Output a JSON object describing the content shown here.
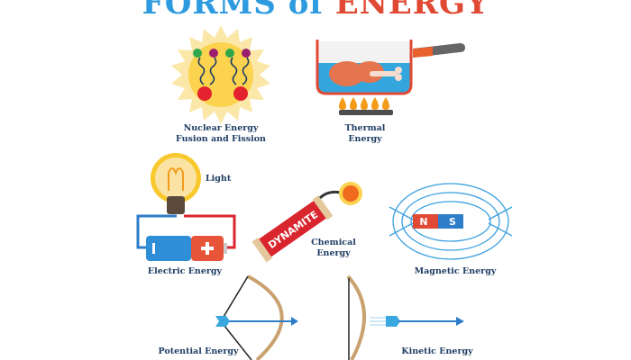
{
  "title": {
    "part1": "FORMS of ",
    "part2": "ENERGY",
    "colors": {
      "part1": "#2e9be0",
      "part2": "#e04a34"
    }
  },
  "items": [
    {
      "id": "nuclear",
      "label_line1": "Nuclear Energy",
      "label_line2": "Fusion and Fission",
      "icon": "sun-with-atoms-icon"
    },
    {
      "id": "thermal",
      "label_line1": "Thermal",
      "label_line2": "Energy",
      "icon": "pan-on-stove-icon"
    },
    {
      "id": "light",
      "label_line1": "Light",
      "icon": "light-bulb-icon"
    },
    {
      "id": "electric",
      "label_line1": "Electric Energy",
      "icon": "battery-circuit-icon"
    },
    {
      "id": "chemical",
      "label_line1": "Chemical",
      "label_line2": "Energy",
      "icon": "dynamite-icon",
      "icon_text": "DYNAMITE"
    },
    {
      "id": "magnetic",
      "label_line1": "Magnetic Energy",
      "icon": "magnet-field-icon",
      "pole_n": "N",
      "pole_s": "S"
    },
    {
      "id": "potential",
      "label_line1": "Potential Energy",
      "icon": "drawn-bow-icon"
    },
    {
      "id": "kinetic",
      "label_line1": "Kinetic Energy",
      "icon": "released-arrow-icon"
    }
  ],
  "colors": {
    "label": "#1f3d63",
    "sun": "#fbd65a",
    "blue": "#2e9be0",
    "red": "#e04a34"
  }
}
